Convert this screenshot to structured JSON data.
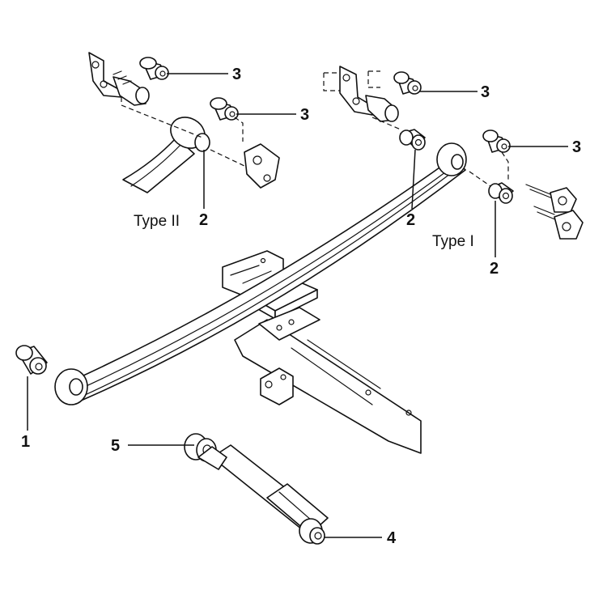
{
  "callouts": {
    "c1": "1",
    "c2_type2": "2",
    "c2_mid": "2",
    "c2_type1": "2",
    "c3_top_left": "3",
    "c3_mid_left": "3",
    "c3_top_right": "3",
    "c3_far_right": "3",
    "c4": "4",
    "c5": "5"
  },
  "labels": {
    "type2": "Type II",
    "type1": "Type I"
  }
}
